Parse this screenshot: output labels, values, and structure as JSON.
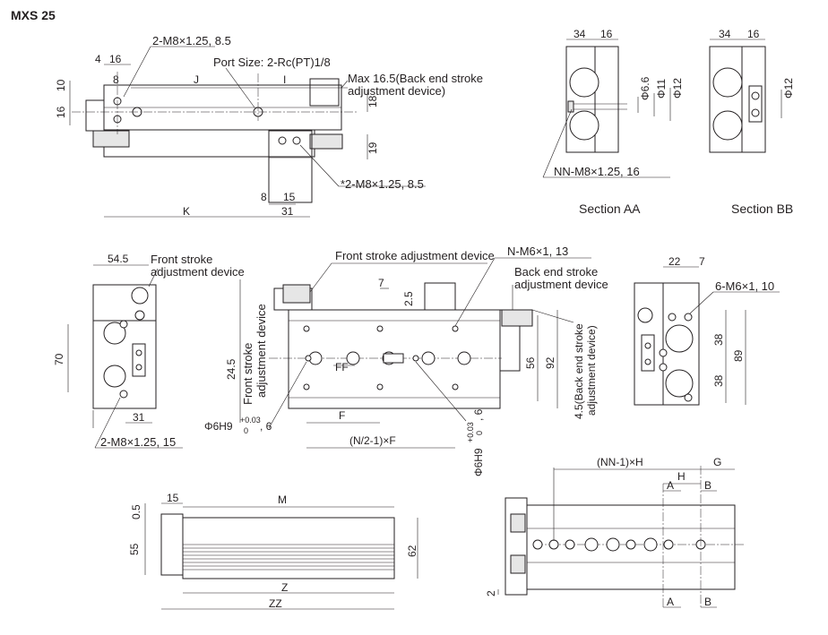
{
  "title": "MXS 25",
  "view_top": {
    "callout_tap_top": "2-M8×1.25, 8.5",
    "callout_port": "Port Size: 2-Rc(PT)1/8",
    "callout_back": "Max 16.5(Back end stroke",
    "callout_back2": "adjustment device)",
    "callout_tap_bottom": "*2-M8×1.25, 8.5",
    "dim_4": "4",
    "dim_16a": "16",
    "dim_8a": "8",
    "dim_J": "J",
    "dim_I": "I",
    "dim_10": "10",
    "dim_16b": "16",
    "dim_18": "18",
    "dim_19": "19",
    "dim_8b": "8",
    "dim_15": "15",
    "dim_31": "31",
    "dim_K": "K"
  },
  "section_aa": {
    "dim_34": "34",
    "dim_16": "16",
    "dim_phi66": "Φ6.6",
    "dim_phi11": "Φ11",
    "dim_phi12": "Φ12",
    "callout": "NN-M8×1.25, 16",
    "label": "Section AA"
  },
  "section_bb": {
    "dim_34": "34",
    "dim_16": "16",
    "dim_phi12": "Φ12",
    "label": "Section BB"
  },
  "view_left": {
    "dim_545": "54.5",
    "callout_front": "Front stroke",
    "callout_front2": "adjustment device",
    "dim_70": "70",
    "dim_31": "31",
    "callout_tap": "2-M8×1.25, 15"
  },
  "view_center": {
    "callout_front": "Front stroke adjustment device",
    "callout_tap": "N-M6×1, 13",
    "callout_back": "Back end stroke",
    "callout_back2": "adjustment device",
    "vert_front": "Front stroke",
    "vert_front2": "adjustment device",
    "dim_245": "24.5",
    "dim_7": "7",
    "dim_25": "2.5",
    "dim_FF": "FF",
    "dim_F": "F",
    "dim_NF": "(N/2-1)×F",
    "dim_56": "56",
    "dim_92": "92",
    "dim_phi6_left": "Φ6H9",
    "tol_upper": "+0.03",
    "tol_lower": "0",
    "depth_6": ", 6",
    "dim_phi6_right": "Φ6H9",
    "vert_back": "4.5(Back end stroke",
    "vert_back2": "adjustment device)"
  },
  "view_right": {
    "dim_22": "22",
    "dim_7": "7",
    "callout_tap": "6-M6×1, 10",
    "dim_38a": "38",
    "dim_38b": "38",
    "dim_89": "89"
  },
  "view_bottom_left": {
    "dim_05": "0.5",
    "dim_15": "15",
    "dim_M": "M",
    "dim_55": "55",
    "dim_62": "62",
    "dim_Z": "Z",
    "dim_ZZ": "ZZ"
  },
  "view_bottom_right": {
    "dim_NNH": "(NN-1)×H",
    "dim_H": "H",
    "dim_G": "G",
    "sec_A_top": "A",
    "sec_B_top": "B",
    "sec_A_bot": "A",
    "sec_B_bot": "B",
    "dim_2": "2"
  }
}
